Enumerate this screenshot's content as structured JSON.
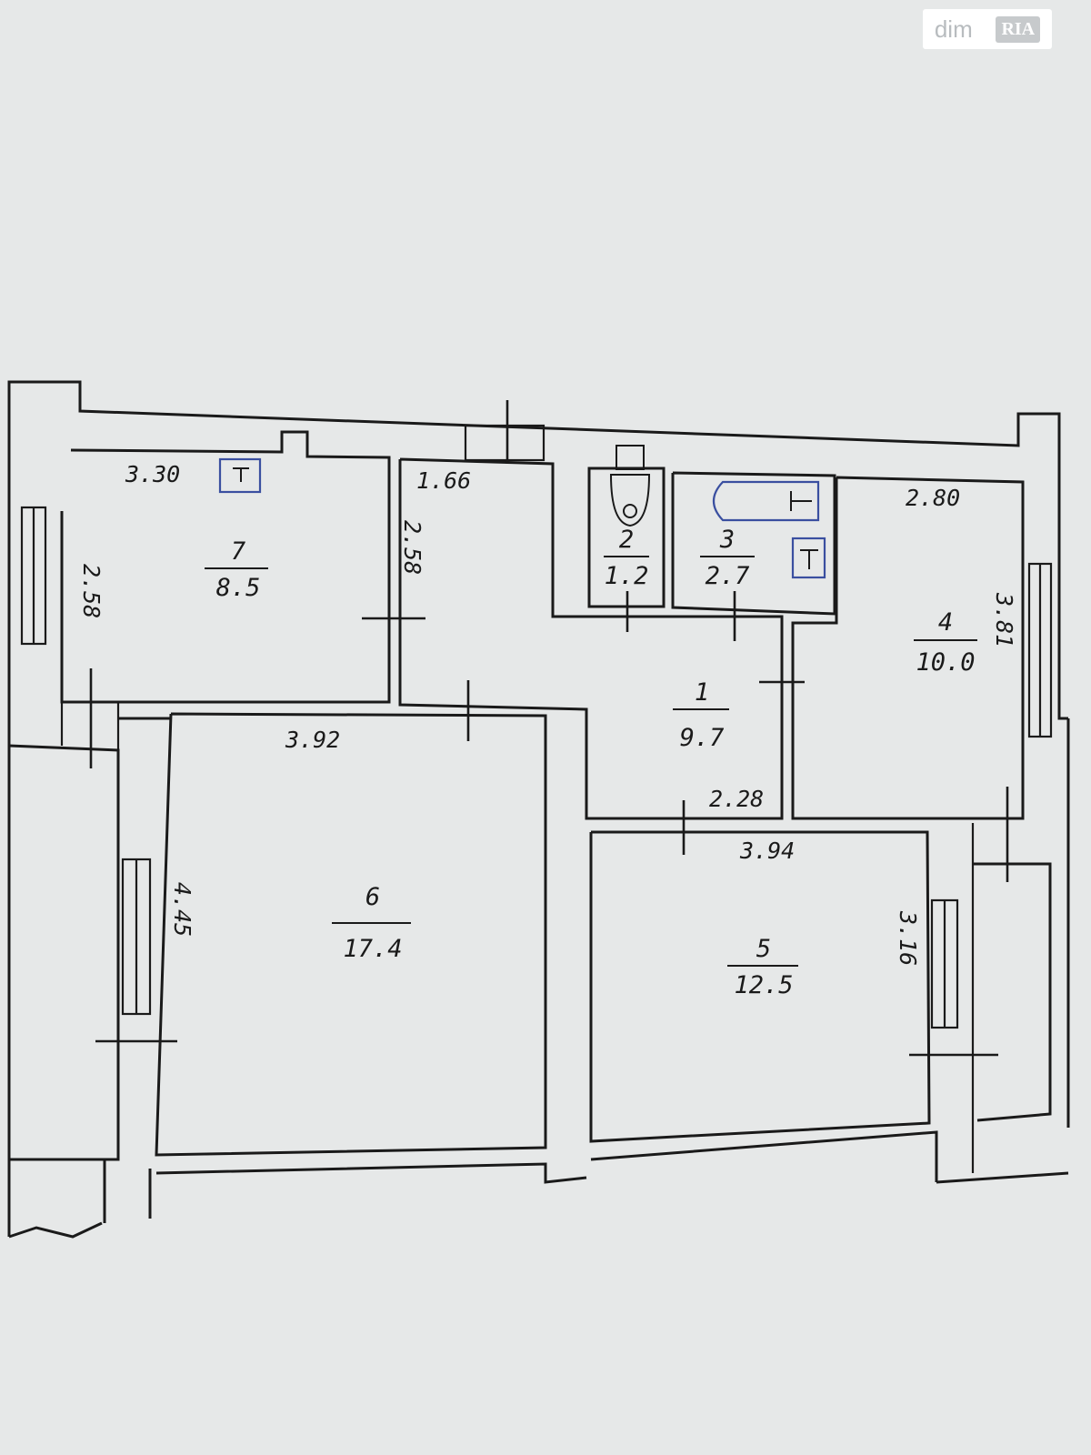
{
  "watermark": {
    "text_left": "dim",
    "text_right": "RIA"
  },
  "rooms": [
    {
      "id": "1",
      "area": "9.7"
    },
    {
      "id": "2",
      "area": "1.2"
    },
    {
      "id": "3",
      "area": "2.7"
    },
    {
      "id": "4",
      "area": "10.0"
    },
    {
      "id": "5",
      "area": "12.5"
    },
    {
      "id": "6",
      "area": "17.4"
    },
    {
      "id": "7",
      "area": "8.5"
    }
  ],
  "dimensions": [
    "3.30",
    "2.58",
    "1.66",
    "2.58",
    "2.80",
    "3.81",
    "3.92",
    "2.28",
    "3.94",
    "4.45",
    "3.16"
  ]
}
